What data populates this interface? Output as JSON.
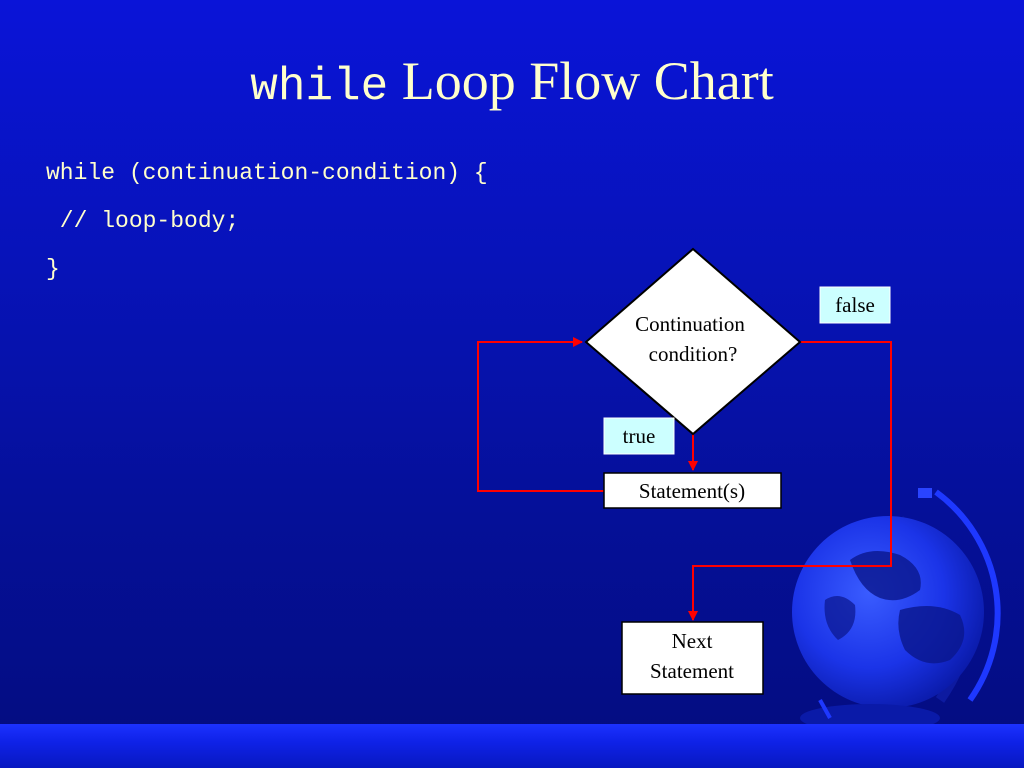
{
  "slide": {
    "title_keyword": "while",
    "title_text": "Loop Flow Chart",
    "code_lines": [
      "while (continuation-condition) {",
      " // loop-body;",
      "}"
    ]
  },
  "flowchart": {
    "decision_line1": "Continuation",
    "decision_line2": "condition?",
    "false_label": "false",
    "true_label": "true",
    "statement_label": "Statement(s)",
    "next_line1": "Next",
    "next_line2": "Statement"
  },
  "colors": {
    "background": "#0713b8",
    "title_text": "#ffffcc",
    "arrow": "#ff0000",
    "label_box": "#ccffff",
    "node_fill": "#ffffff"
  },
  "icons": {
    "globe": "globe-icon"
  }
}
